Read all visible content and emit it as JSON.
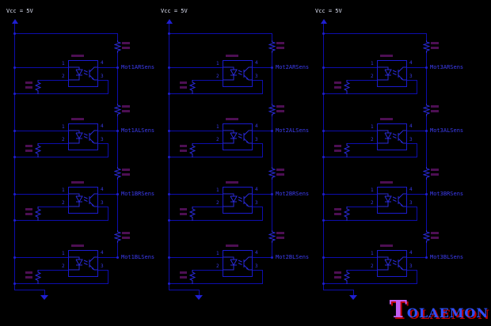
{
  "colors": {
    "background": "#000000",
    "wire": "#0d0dae",
    "component": "#2a2ad8",
    "net_label": "#3c3cf0",
    "pin_number": "#3939e6",
    "vcc_text": "#dfe3f5",
    "part_mark": "#5a1262",
    "logo_first": "#c25ef5",
    "logo_rest": "#2d50ff",
    "logo_shadow": "#bb0000"
  },
  "pins": {
    "p1": "1",
    "p2": "2",
    "p3": "3",
    "p4": "4"
  },
  "columns": [
    {
      "vcc": "Vcc = 5V",
      "rows": [
        {
          "sens": "Mot1ARSens"
        },
        {
          "sens": "Mot1ALSens"
        },
        {
          "sens": "Mot1BRSens"
        },
        {
          "sens": "Mot1BLSens"
        }
      ]
    },
    {
      "vcc": "Vcc = 5V",
      "rows": [
        {
          "sens": "Mot2ARSens"
        },
        {
          "sens": "Mot2ALSens"
        },
        {
          "sens": "Mot2BRSens"
        },
        {
          "sens": "Mot2BLSens"
        }
      ]
    },
    {
      "vcc": "Vcc = 5V",
      "rows": [
        {
          "sens": "Mot3ARSens"
        },
        {
          "sens": "Mot3ALSens"
        },
        {
          "sens": "Mot3BRSens"
        },
        {
          "sens": "Mot3BLSens"
        }
      ]
    }
  ],
  "logo": {
    "first": "T",
    "rest": "olaemon"
  }
}
